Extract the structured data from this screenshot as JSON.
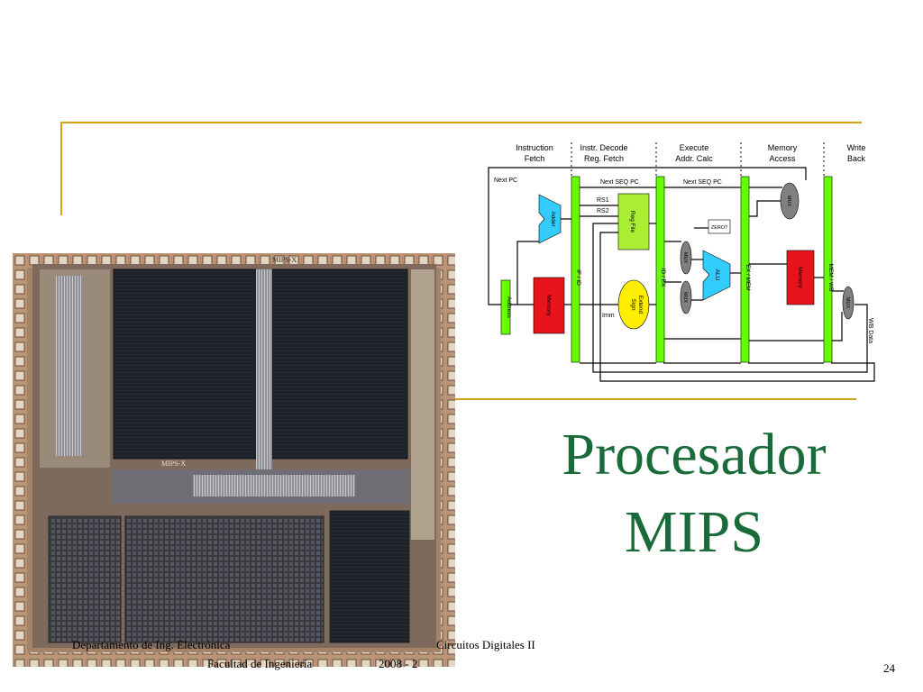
{
  "slide": {
    "title_line1": "Procesador",
    "title_line2": "MIPS",
    "page_number": "24"
  },
  "footer": {
    "dept": "Departamento de Ing. Electrónica",
    "course": "Circuitos Digitales II",
    "faculty": "Facultad de Ingeniería",
    "year": "2008 - 2"
  },
  "chip": {
    "label_top": "MIPS-X",
    "label_mid": "MIPS-X"
  },
  "pipeline": {
    "stages": {
      "fetch_1": "Instruction",
      "fetch_2": "Fetch",
      "decode_1": "Instr. Decode",
      "decode_2": "Reg. Fetch",
      "exec_1": "Execute",
      "exec_2": "Addr. Calc",
      "mem_1": "Memory",
      "mem_2": "Access",
      "wb_1": "Write",
      "wb_2": "Back"
    },
    "labels": {
      "next_pc": "Next PC",
      "next_seq_pc_1": "Next SEQ PC",
      "next_seq_pc_2": "Next SEQ PC",
      "rs1": "RS1",
      "rs2": "RS2",
      "imm": "Imm",
      "wb_data": "WB Data",
      "adder": "Adder",
      "reg_file": "Reg File",
      "sign_1": "Sign",
      "sign_2": "Extend",
      "zero": "ZERO?",
      "alu": "ALU",
      "mux": "MUX",
      "memory": "Memory",
      "address": "Address",
      "if_id": "IF / ID",
      "id_ex": "ID / EX",
      "ex_mem": "EX / MEM",
      "mem_wb": "MEM / WB"
    },
    "colors": {
      "latch": "#66ff00",
      "adder": "#33ccff",
      "memory": "#e8141c",
      "regfile": "#aaee33",
      "sign": "#ffee00",
      "mux": "#808080"
    }
  }
}
